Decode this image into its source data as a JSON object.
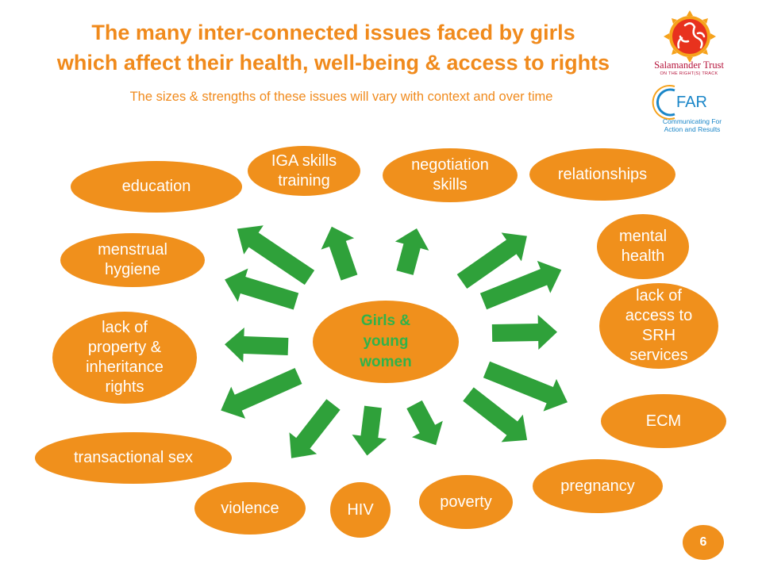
{
  "title": {
    "line1": "The many inter-connected issues faced by girls",
    "line2": "which affect their health, well-being & access to rights"
  },
  "subtitle": "The sizes & strengths of these issues will vary with context and over  time",
  "logos": {
    "salamander": {
      "name": "Salamander Trust",
      "tagline": "ON THE RIGHT(S) TRACK"
    },
    "cfar": {
      "name": "FAR",
      "tagline_line1": "Communicating For",
      "tagline_line2": "Action and Results"
    }
  },
  "center": {
    "line1": "Girls &",
    "line2": "young",
    "line3": "women"
  },
  "issues": {
    "education": "education",
    "iga": {
      "line1": "IGA skills",
      "line2": "training"
    },
    "negotiation": {
      "line1": "negotiation",
      "line2": "skills"
    },
    "relationships": "relationships",
    "mental": {
      "line1": "mental",
      "line2": "health"
    },
    "menstrual": {
      "line1": "menstrual",
      "line2": "hygiene"
    },
    "srh": {
      "line1": "lack of",
      "line2": "access to",
      "line3": "SRH",
      "line4": "services"
    },
    "property": {
      "line1": "lack of",
      "line2": "property &",
      "line3": "inheritance",
      "line4": "rights"
    },
    "ecm": "ECM",
    "transactional": "transactional sex",
    "pregnancy": "pregnancy",
    "violence": "violence",
    "hiv": "HIV",
    "poverty": "poverty"
  },
  "page_number": "6",
  "colors": {
    "orange": "#f0901c",
    "green": "#2fb34a",
    "title": "#f08a1c"
  }
}
